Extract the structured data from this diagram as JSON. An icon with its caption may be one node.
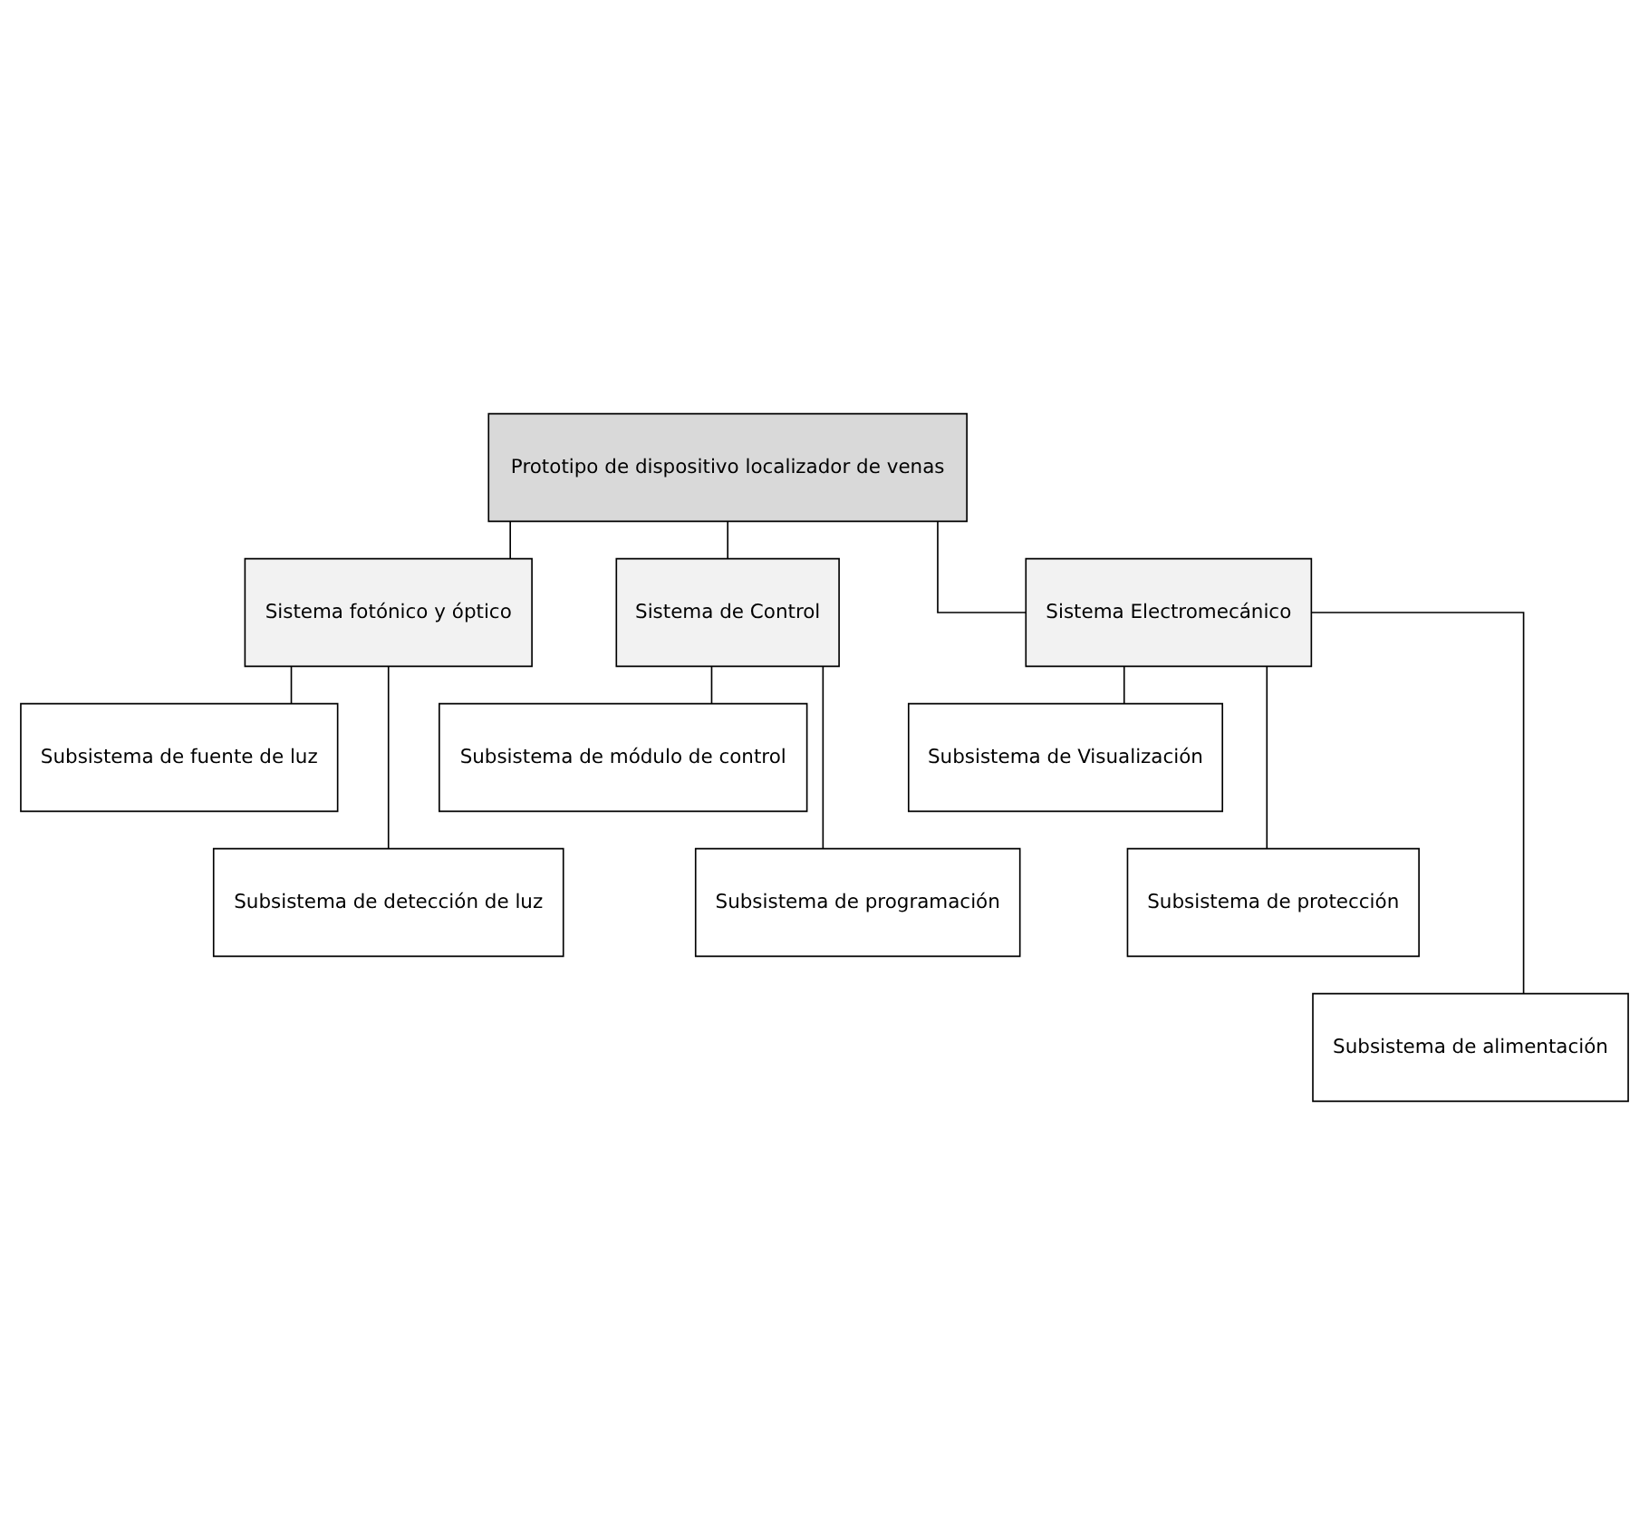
{
  "diagram": {
    "nodes": [
      {
        "text": [
          "Prototipo de dispositivo localizador de venas"
        ]
      },
      {
        "text": [
          "Sistema fotónico y óptico"
        ]
      },
      {
        "text": [
          "Sistema de Control"
        ]
      },
      {
        "text": [
          "Sistema Electromecánico"
        ]
      },
      {
        "text": [
          "Subsistema de fuente de luz"
        ]
      },
      {
        "text": [
          "Subsistema de detección de luz"
        ]
      },
      {
        "text": [
          "Subsistema de módulo de control"
        ]
      },
      {
        "text": [
          "Subsistema de programación"
        ]
      },
      {
        "text": [
          "Subsistema de Visualización"
        ]
      },
      {
        "text": [
          "Subsistema de protección"
        ]
      },
      {
        "text": [
          "Subsistema de alimentación"
        ]
      }
    ],
    "edges": [
      {
        "from": 0,
        "to": 1,
        "arrow": "none"
      },
      {
        "from": 0,
        "to": 2,
        "arrow": "none"
      },
      {
        "from": 0,
        "to": 3,
        "arrow": "none"
      },
      {
        "from": 1,
        "to": 4,
        "arrow": "none"
      },
      {
        "from": 1,
        "to": 5,
        "arrow": "none"
      },
      {
        "from": 2,
        "to": 6,
        "arrow": "none"
      },
      {
        "from": 2,
        "to": 7,
        "arrow": "none"
      },
      {
        "from": 3,
        "to": 8,
        "arrow": "none"
      },
      {
        "from": 3,
        "to": 9,
        "arrow": "none"
      },
      {
        "from": 3,
        "to": 10,
        "arrow": "none"
      }
    ]
  }
}
